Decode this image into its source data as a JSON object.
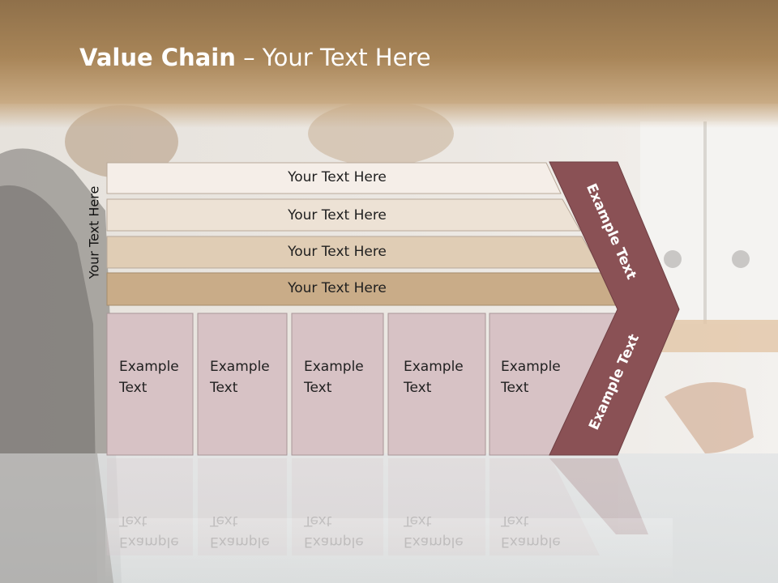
{
  "slide": {
    "title_bold": "Value Chain",
    "title_rest": " – Your Text Here",
    "side_label": "Your Text Here"
  },
  "bands": [
    "Your Text Here",
    "Your Text Here",
    "Your Text Here",
    "Your Text Here"
  ],
  "cells": [
    "Example\nText",
    "Example\nText",
    "Example\nText",
    "Example\nText",
    "Example\nText"
  ],
  "chevron": {
    "top_label": "Example Text",
    "bottom_label": "Example Text"
  },
  "colors": {
    "header_brown": "#9c7a4f",
    "band_colors": [
      "#f5eee8",
      "#ede2d5",
      "#e0cdb5",
      "#c9ac88"
    ],
    "cell_fill": "#d7c2c5",
    "chevron_fill": "#8a5155"
  }
}
